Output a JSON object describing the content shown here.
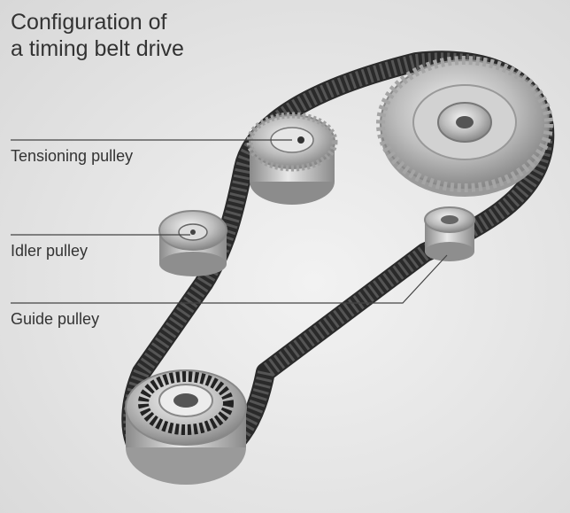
{
  "title": {
    "line1": "Configuration of",
    "line2": "a timing belt drive"
  },
  "labels": {
    "tensioning": "Tensioning pulley",
    "idler": "Idler pulley",
    "guide": "Guide pulley"
  },
  "colors": {
    "belt": "#2a2a2a",
    "metal": "#c8c8c8",
    "leader": "#444444",
    "text": "#333333"
  }
}
